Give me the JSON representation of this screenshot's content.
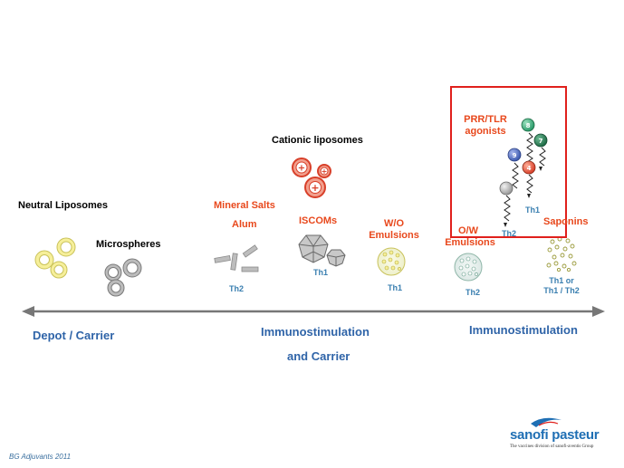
{
  "labels": {
    "neutral_liposomes": "Neutral Liposomes",
    "microspheres": "Microspheres",
    "mineral_salts": "Mineral Salts",
    "alum": "Alum",
    "cationic_liposomes": "Cationic liposomes",
    "iscoms": "ISCOMs",
    "wo_line1": "W/O",
    "wo_line2": "Emulsions",
    "ow_line1": "O/W",
    "ow_line2": "Emulsions",
    "prr_line1": "PRR/TLR",
    "prr_line2": "agonists",
    "saponins": "Saponins"
  },
  "th": {
    "alum": "Th2",
    "iscoms": "Th1",
    "wo": "Th1",
    "ow": "Th2",
    "tlr_th1": "Th1",
    "tlr_th2": "Th2",
    "saponins_line1": "Th1 or",
    "saponins_line2": "Th1 / Th2"
  },
  "tlr_numbers": [
    "8",
    "7",
    "9",
    "4"
  ],
  "axis": {
    "left": "Depot / Carrier",
    "middle_line1": "Immunostimulation",
    "middle_line2": "and Carrier",
    "right": "Immunostimulation"
  },
  "footer": "BG Adjuvants 2011",
  "brand": {
    "name": "sanofi pasteur",
    "tagline": "The vaccines division of sanofi-aventis Group"
  },
  "colors": {
    "highlight_box": "#e0201c",
    "axis_line": "#777777",
    "axis_text": "#2f64a8",
    "red_text": "#e8481c",
    "th_text": "#3a7fb0",
    "tlr_green": "#2a9a6a",
    "tlr_darkgreen": "#1e6b45",
    "tlr_blue": "#3d5bb0",
    "tlr_red": "#d8402a",
    "brand_blue": "#1f6fb4"
  }
}
